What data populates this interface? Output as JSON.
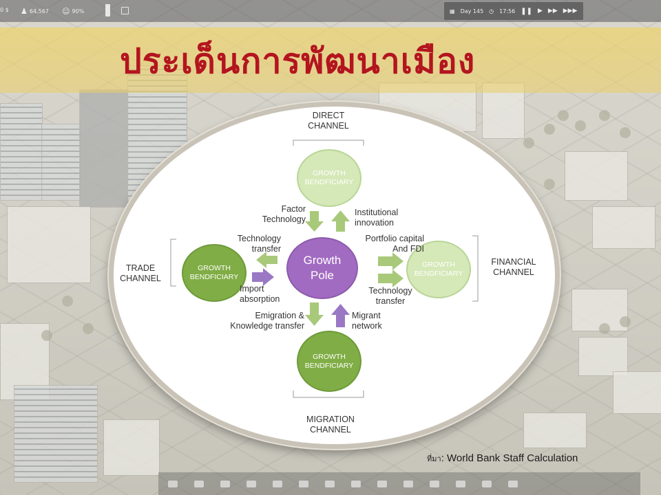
{
  "hud": {
    "money": "0 $",
    "population": "64,567",
    "happiness": "90%",
    "day": "Day 145",
    "time": "17:56"
  },
  "slide": {
    "title": "ประเด็นการพัฒนาเมือง",
    "source_prefix": "ที่มา",
    "source_text": ": World Bank Staff Calculation"
  },
  "diagram": {
    "center": {
      "line1": "Growth",
      "line2": "Pole"
    },
    "beneficiary": {
      "line1": "GROWTH",
      "line2": "BENDFICIARY"
    },
    "channels": {
      "direct": {
        "line1": "DIRECT",
        "line2": "CHANNEL"
      },
      "trade": {
        "line1": "TRADE",
        "line2": "CHANNEL"
      },
      "financial": {
        "line1": "FINANCIAL",
        "line2": "CHANNEL"
      },
      "migration": {
        "line1": "MIGRATION",
        "line2": "CHANNEL"
      }
    },
    "flows": {
      "factor": {
        "line1": "Factor",
        "line2": "Technology"
      },
      "institutional": {
        "line1": "Institutional",
        "line2": "innovation"
      },
      "tech_transfer_left": {
        "line1": "Technology",
        "line2": "transfer"
      },
      "import": {
        "line1": "Import",
        "line2": "absorption"
      },
      "portfolio": {
        "line1": "Portfolio capital",
        "line2": "And FDI"
      },
      "tech_transfer_right": {
        "line1": "Technology",
        "line2": "transfer"
      },
      "emigration": {
        "line1": "Emigration &",
        "line2": "Knowledge transfer"
      },
      "migrant": {
        "line1": "Migrant",
        "line2": "network"
      }
    },
    "colors": {
      "green": "#80ad45",
      "pale_green": "#d5e8b7",
      "purple": "#a26bc2",
      "arrow_green": "#a9c97a",
      "arrow_purple": "#9b78c4",
      "title_red": "#b3151f"
    }
  }
}
